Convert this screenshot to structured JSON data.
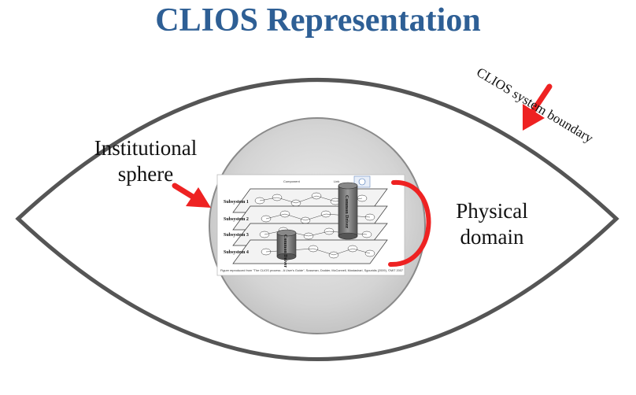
{
  "title": "CLIOS Representation",
  "labels": {
    "institutional": [
      "Institutional",
      "sphere"
    ],
    "physical": [
      "Physical",
      "domain"
    ],
    "boundary": "CLIOS system boundary"
  },
  "figure": {
    "subsystems": [
      "Subsystem 1",
      "Subsystem 2",
      "Subsystem 3",
      "Subsystem 4"
    ],
    "header_left": "Component",
    "header_right": "Link",
    "driver_1": "Common Driver",
    "driver_2": "Common Driver",
    "caption": "Figure reproduced from \"The CLIOS process - A User's Guide\", Sussman, Dodder, McConnell, Mostashari, Sgouridis (2009), ©MIT 2007"
  },
  "colors": {
    "title": "#2e5f95",
    "arrow": "#ee2222",
    "outline": "#555555",
    "circle_fill": "#d6d6d6"
  }
}
